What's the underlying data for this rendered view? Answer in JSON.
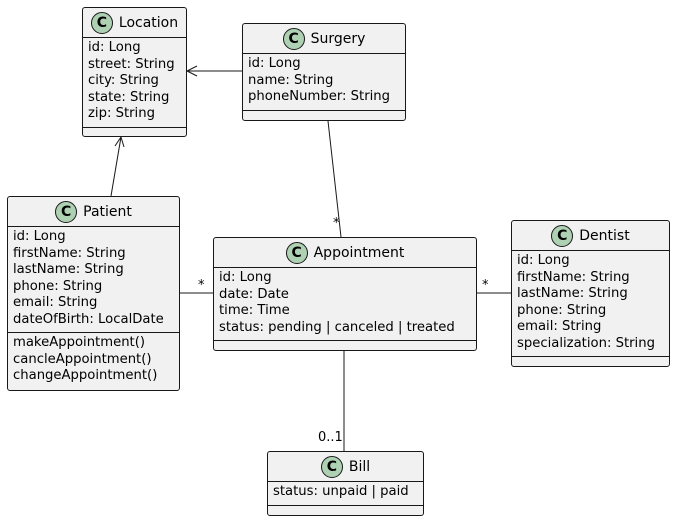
{
  "diagram": {
    "classes": {
      "location": {
        "badge": "C",
        "name": "Location",
        "attributes": [
          "id: Long",
          "street: String",
          "city: String",
          "state: String",
          "zip: String"
        ],
        "methods": []
      },
      "surgery": {
        "badge": "C",
        "name": "Surgery",
        "attributes": [
          "id: Long",
          "name: String",
          "phoneNumber: String"
        ],
        "methods": []
      },
      "patient": {
        "badge": "C",
        "name": "Patient",
        "attributes": [
          "id: Long",
          "firstName: String",
          "lastName: String",
          "phone: String",
          "email: String",
          "dateOfBirth: LocalDate"
        ],
        "methods": [
          "makeAppointment()",
          "cancleAppointment()",
          "changeAppointment()"
        ]
      },
      "appointment": {
        "badge": "C",
        "name": "Appointment",
        "attributes": [
          "id: Long",
          "date: Date",
          "time: Time",
          "status: pending | canceled | treated"
        ],
        "methods": []
      },
      "dentist": {
        "badge": "C",
        "name": "Dentist",
        "attributes": [
          "id: Long",
          "firstName: String",
          "lastName: String",
          "phone: String",
          "email: String",
          "specialization: String"
        ],
        "methods": []
      },
      "bill": {
        "badge": "C",
        "name": "Bill",
        "attributes": [
          "status: unpaid | paid"
        ],
        "methods": []
      }
    },
    "relationships": [
      {
        "from": "Surgery",
        "to": "Location",
        "type": "navigable-association"
      },
      {
        "from": "Patient",
        "to": "Location",
        "type": "navigable-association"
      },
      {
        "from": "Surgery",
        "to": "Appointment",
        "type": "association",
        "to_multiplicity": "*"
      },
      {
        "from": "Patient",
        "to": "Appointment",
        "type": "association",
        "to_multiplicity": "*"
      },
      {
        "from": "Appointment",
        "to": "Dentist",
        "type": "association",
        "from_multiplicity": "*"
      },
      {
        "from": "Appointment",
        "to": "Bill",
        "type": "association",
        "to_multiplicity": "0..1"
      }
    ],
    "colors": {
      "class_fill": "#f1f1f1",
      "class_border": "#181818",
      "badge_fill": "#add1b2",
      "line": "#181818"
    }
  }
}
